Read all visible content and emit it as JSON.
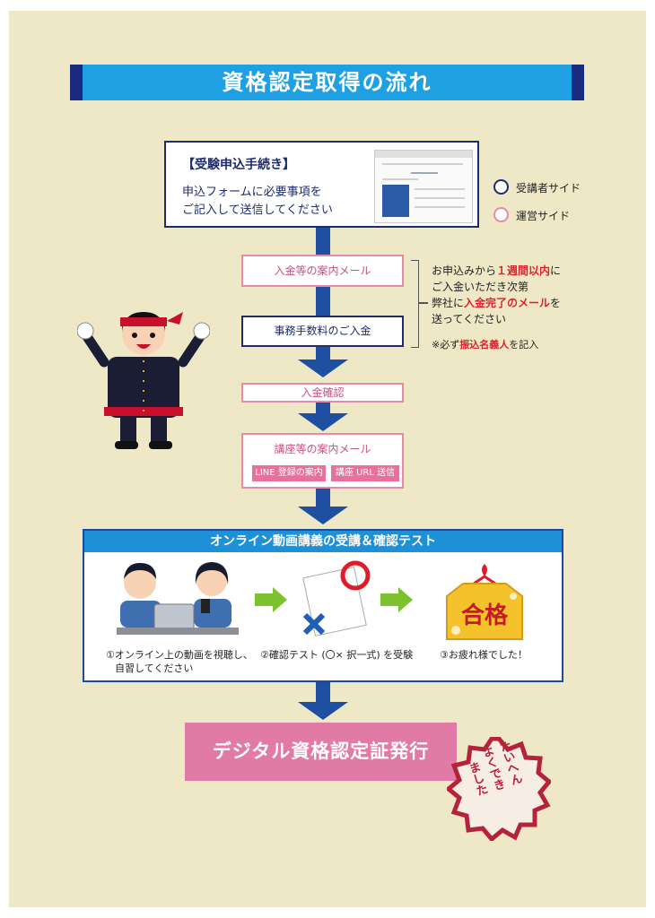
{
  "title": "資格認定取得の流れ",
  "step1": {
    "heading": "【受験申込手続き】",
    "line1": "申込フォームに必要事項を",
    "line2": "ご記入して送信してください"
  },
  "legend": [
    {
      "label": "受講者サイド",
      "color": "#1d2c6e"
    },
    {
      "label": "運営サイド",
      "color": "#e68aac"
    }
  ],
  "step2": {
    "label": "入金等の案内メール"
  },
  "step3": {
    "label": "事務手数料のご入金"
  },
  "note": {
    "l1a": "お申込みから",
    "l1b": "１週間以内",
    "l1c": "に",
    "l2": "ご入金いただき次第",
    "l3a": "弊社に",
    "l3b": "入金完了のメール",
    "l3c": "を",
    "l4": "送ってください",
    "l5a": "※必ず",
    "l5b": "振込名義人",
    "l5c": "を記入"
  },
  "step4": {
    "label": "入金確認"
  },
  "step5": {
    "label": "講座等の案内メール",
    "tag1": "LINE 登録の案内",
    "tag2": "講座 URL 送信"
  },
  "online": {
    "header": "オンライン動画講義の受講＆確認テスト",
    "cap1a": "①オンライン上の動画を視聴し、",
    "cap1b": "自習してください",
    "cap2": "②確認テスト (〇× 択一式) を受験",
    "cap3": "③お疲れ様でした！",
    "plaque": "合格"
  },
  "final": {
    "label": "デジタル資格認定証発行"
  },
  "stamp": {
    "col1": "たいへん",
    "col2": "よくでき",
    "col3": "ました"
  }
}
